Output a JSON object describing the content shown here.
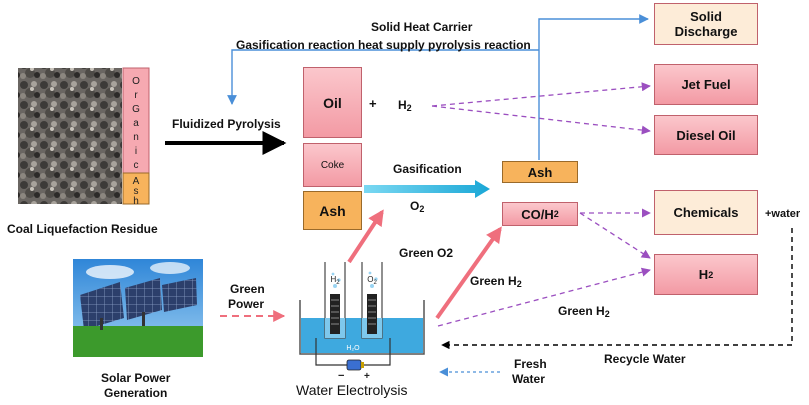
{
  "diagram": {
    "boxes": {
      "solid_discharge": "Solid\nDischarge",
      "oil": "Oil",
      "coke": "Coke",
      "ash_left": "Ash",
      "ash_right": "Ash",
      "co_h2": "CO/H",
      "co_h2_sub": "2",
      "jet_fuel": "Jet Fuel",
      "diesel_oil": "Diesel Oil",
      "chemicals": "Chemicals",
      "h2": "H",
      "h2_sub": "2"
    },
    "column": {
      "organic": "OrGanic",
      "ash": "Ash"
    },
    "labels": {
      "solid_heat_carrier": "Solid Heat Carrier",
      "gasification_heat": "Gasification reaction heat supply pyrolysis reaction",
      "fluidized_pyrolysis": "Fluidized Pyrolysis",
      "plus": "+",
      "h2_product": "H",
      "h2_product_sub": "2",
      "gasification": "Gasification",
      "o2": "O",
      "o2_sub": "2",
      "green_o2": "Green O2",
      "green_h2_upper": "Green H",
      "green_h2_upper_sub": "2",
      "green_h2_lower": "Green H",
      "green_h2_lower_sub": "2",
      "plus_water": "+water",
      "green_power_1": "Green",
      "green_power_2": "Power",
      "recycle_water": "Recycle Water",
      "fresh_water_1": "Fresh",
      "fresh_water_2": "Water",
      "coal_residue": "Coal Liquefaction Residue",
      "solar_1": "Solar Power",
      "solar_2": "Generation",
      "water_electrolysis": "Water Electrolysis",
      "cell_h2": "H",
      "cell_h2_sub": "2",
      "cell_o2": "O",
      "cell_o2_sub": "2",
      "cell_h2o": "H₂O",
      "minus": "−",
      "plus_terminal": "+"
    },
    "colors": {
      "blue_line": "#4a8fd8",
      "purple_dashed": "#9b4fc0",
      "pink_arrow": "#ef6f7d",
      "cyan_arrow": "#29b8e0",
      "black_arrow": "#000000",
      "box_pink": "#f6a9b1",
      "box_cream": "#fdecd8",
      "box_orange": "#f7b35c"
    }
  }
}
